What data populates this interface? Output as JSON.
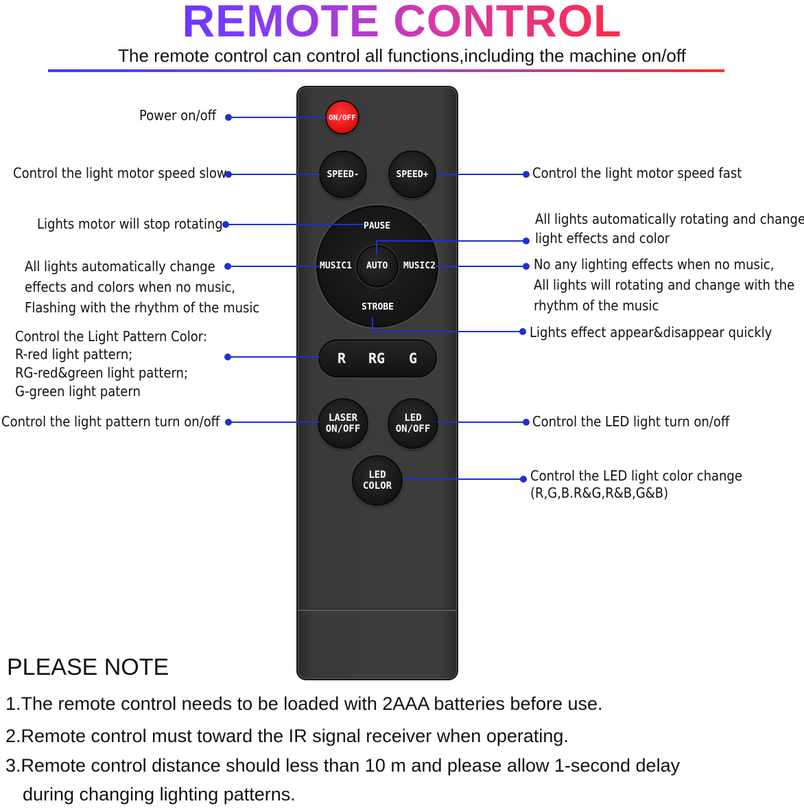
{
  "header": {
    "title": "REMOTE CONTROL",
    "subtitle": "The remote control can control all functions,including the machine on/off"
  },
  "remote": {
    "power": "ON/OFF",
    "speed_minus": "SPEED-",
    "speed_plus": "SPEED+",
    "pause": "PAUSE",
    "music1": "MUSIC1",
    "auto": "AUTO",
    "music2": "MUSIC2",
    "strobe": "STROBE",
    "color_r": "R",
    "color_rg": "RG",
    "color_g": "G",
    "laser": "LASER\nON/OFF",
    "led": "LED\nON/OFF",
    "led_color": "LED\nCOLOR"
  },
  "annotations": {
    "power": "Power on/off",
    "speed_slow": "Control the light motor speed slow",
    "speed_fast": "Control the light motor speed fast",
    "pause": "Lights motor will stop rotating",
    "auto_1": "All lights automatically rotating and change",
    "auto_2": "light effects and color",
    "music1_1": "All lights automatically change",
    "music1_2": "effects and colors when no music,",
    "music1_3": "Flashing with the rhythm of the music",
    "music2_1": "No any lighting effects when no music,",
    "music2_2": "All lights will rotating and change with the",
    "music2_3": "rhythm of the music",
    "strobe": "Lights effect appear&disappear quickly",
    "color_1": "Control the Light Pattern Color:",
    "color_2": "R-red light pattern;",
    "color_3": "RG-red&green light pattern;",
    "color_4": "G-green light patern",
    "laser": "Control the light pattern turn on/off",
    "led": "Control the LED light turn on/off",
    "led_color_1": "Control the LED light color change",
    "led_color_2": "(R,G,B.R&G,R&B,G&B)"
  },
  "notes": {
    "title": "PLEASE NOTE",
    "items": [
      "1.The remote control needs to be loaded with 2AAA batteries before use.",
      "2.Remote control must toward the IR signal receiver when operating.",
      "3.Remote control distance should less than 10 m and please allow 1-second delay",
      "during changing lighting patterns."
    ]
  },
  "colors": {
    "accent_line": "#1e2fd6",
    "power_button": "#e01010",
    "remote_body": "#3a3a3a"
  }
}
